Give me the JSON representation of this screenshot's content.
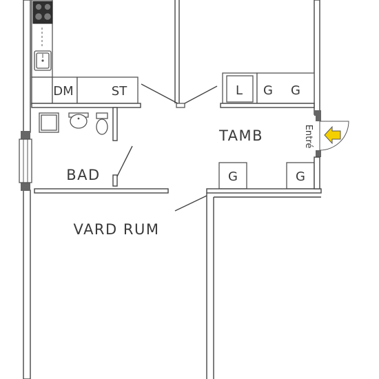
{
  "plan": {
    "rooms": {
      "vardrum": "VARD RUM",
      "tamb": "TAMB",
      "bad": "BAD"
    },
    "fixtures": {
      "dm": "DM",
      "st": "ST",
      "l": "L",
      "g1": "G",
      "g2": "G",
      "g3": "G",
      "g4": "G"
    },
    "entrance": "Entré",
    "colors": {
      "wall_line": "#444444",
      "entrance_arrow": "#f5d000"
    }
  }
}
